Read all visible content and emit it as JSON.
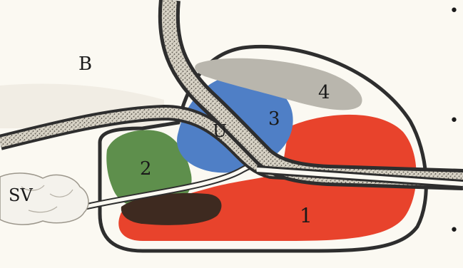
{
  "labels": {
    "bladder": "B",
    "urethra": "U",
    "seminal_vesicle": "SV",
    "zone_1": "1",
    "zone_2": "2",
    "zone_3": "3",
    "zone_4": "4"
  },
  "colors": {
    "background": "#fbf9f2",
    "outline": "#2e2e2e",
    "zone_1": "#e8432c",
    "zone_2": "#5e8f4c",
    "zone_2_overlap": "#3e2a20",
    "zone_3": "#4f7fc6",
    "zone_4": "#b9b6ad",
    "tube_pattern": "#8a857a"
  },
  "bullets": [
    "•",
    "•",
    "•"
  ]
}
